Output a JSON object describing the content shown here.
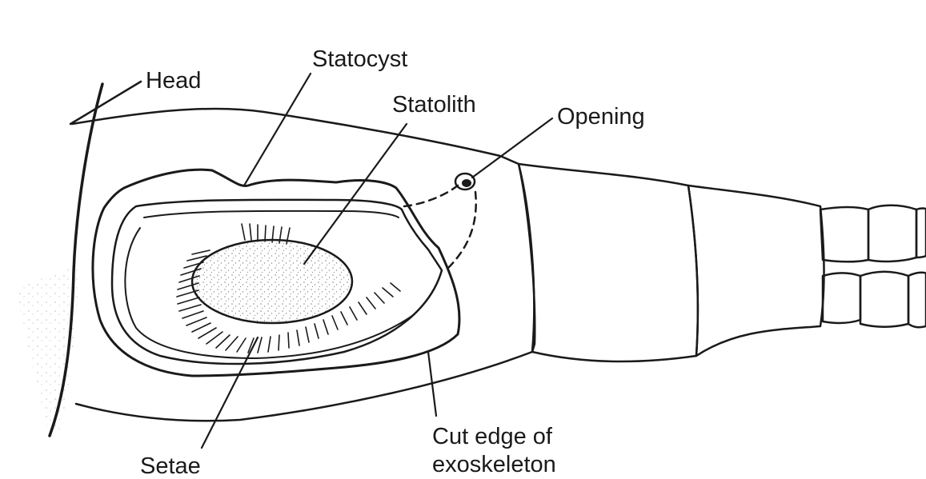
{
  "diagram": {
    "labels": {
      "head": "Head",
      "statocyst": "Statocyst",
      "statolith": "Statolith",
      "opening": "Opening",
      "setae": "Setae",
      "cut_edge_line1": "Cut edge of",
      "cut_edge_line2": "exoskeleton"
    },
    "colors": {
      "ink": "#1a1a1a",
      "paper": "#ffffff",
      "stipple": "#8a8a8a"
    }
  }
}
